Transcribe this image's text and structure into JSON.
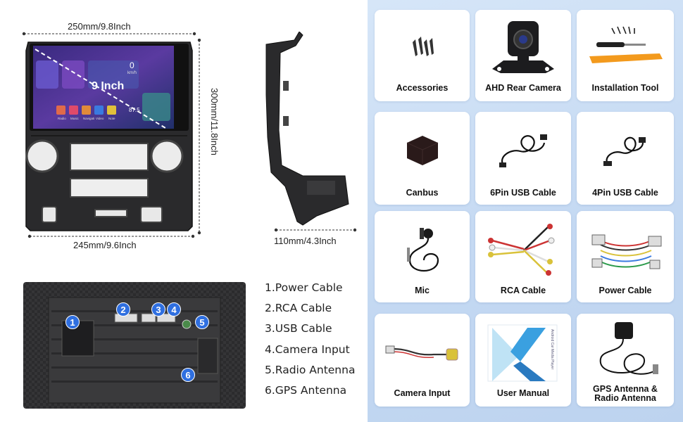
{
  "dimensions": {
    "width": "250mm/9.8Inch",
    "height": "300mm/11.8Inch",
    "bottom_width": "245mm/9.6Inch",
    "depth": "110mm/4.3Inch",
    "screen_size": "9 Inch"
  },
  "screen": {
    "speed": "0",
    "speed_unit": "km/h",
    "radio": "87.5",
    "apps": [
      "Radio",
      "Music",
      "Navigati",
      "Video",
      "Note"
    ]
  },
  "connectors": {
    "badges": [
      "1",
      "2",
      "3",
      "4",
      "5",
      "6"
    ],
    "items": [
      "1.Power Cable",
      "2.RCA Cable",
      "3.USB Cable",
      "4.Camera Input",
      "5.Radio Antenna",
      "6.GPS Antenna"
    ]
  },
  "accessories": [
    {
      "label": "Accessories",
      "icon": "screws-icon"
    },
    {
      "label": "AHD Rear Camera",
      "icon": "rear-camera-icon"
    },
    {
      "label": "Installation Tool",
      "icon": "pry-tool-icon"
    },
    {
      "label": "Canbus",
      "icon": "canbus-box-icon"
    },
    {
      "label": "6Pin USB Cable",
      "icon": "usb-cable-icon"
    },
    {
      "label": "4Pin USB Cable",
      "icon": "usb-cable-icon"
    },
    {
      "label": "Mic",
      "icon": "microphone-icon"
    },
    {
      "label": "RCA Cable",
      "icon": "rca-cable-icon"
    },
    {
      "label": "Power Cable",
      "icon": "power-harness-icon"
    },
    {
      "label": "Camera Input",
      "icon": "camera-input-cable-icon"
    },
    {
      "label": "User Manual",
      "icon": "manual-icon"
    },
    {
      "label": "GPS Antenna &",
      "label2": "Radio Antenna",
      "icon": "gps-antenna-icon"
    }
  ],
  "manual_text": "Android Car Media Player",
  "colors": {
    "badge_blue": "#2f6fe0",
    "panel_blue": "#c8dbf3",
    "tool_orange": "#f39a1d"
  }
}
